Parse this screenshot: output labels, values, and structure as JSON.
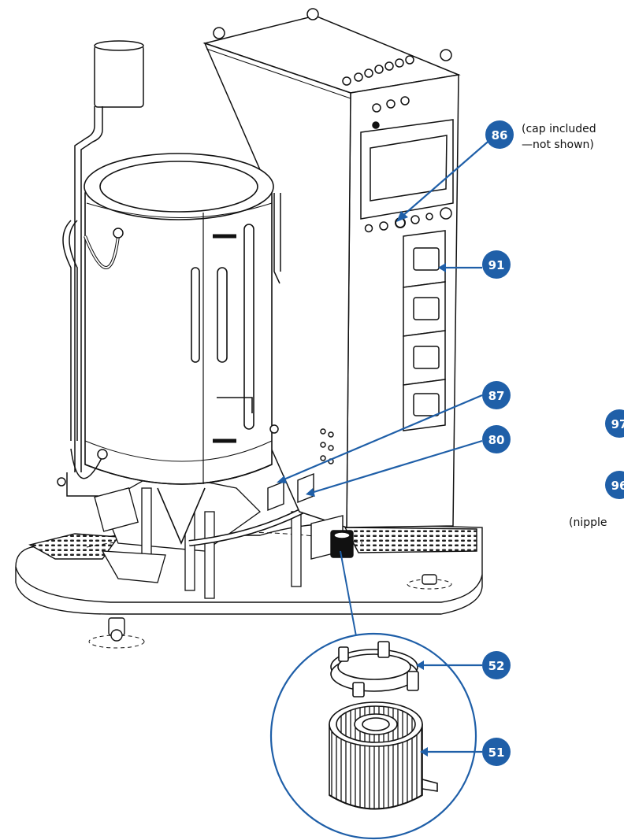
{
  "colors": {
    "callout_blue": "#1f5fa8",
    "line": "#111111",
    "background": "#ffffff"
  },
  "callouts": [
    {
      "id": "86",
      "label": "86"
    },
    {
      "id": "91",
      "label": "91"
    },
    {
      "id": "87",
      "label": "87"
    },
    {
      "id": "80",
      "label": "80"
    },
    {
      "id": "97",
      "label": "97"
    },
    {
      "id": "96",
      "label": "96"
    },
    {
      "id": "52",
      "label": "52"
    },
    {
      "id": "51",
      "label": "51"
    }
  ],
  "notes": {
    "cap_line1": "(cap included",
    "cap_line2": "—not shown)",
    "nipple": "(nipple"
  }
}
